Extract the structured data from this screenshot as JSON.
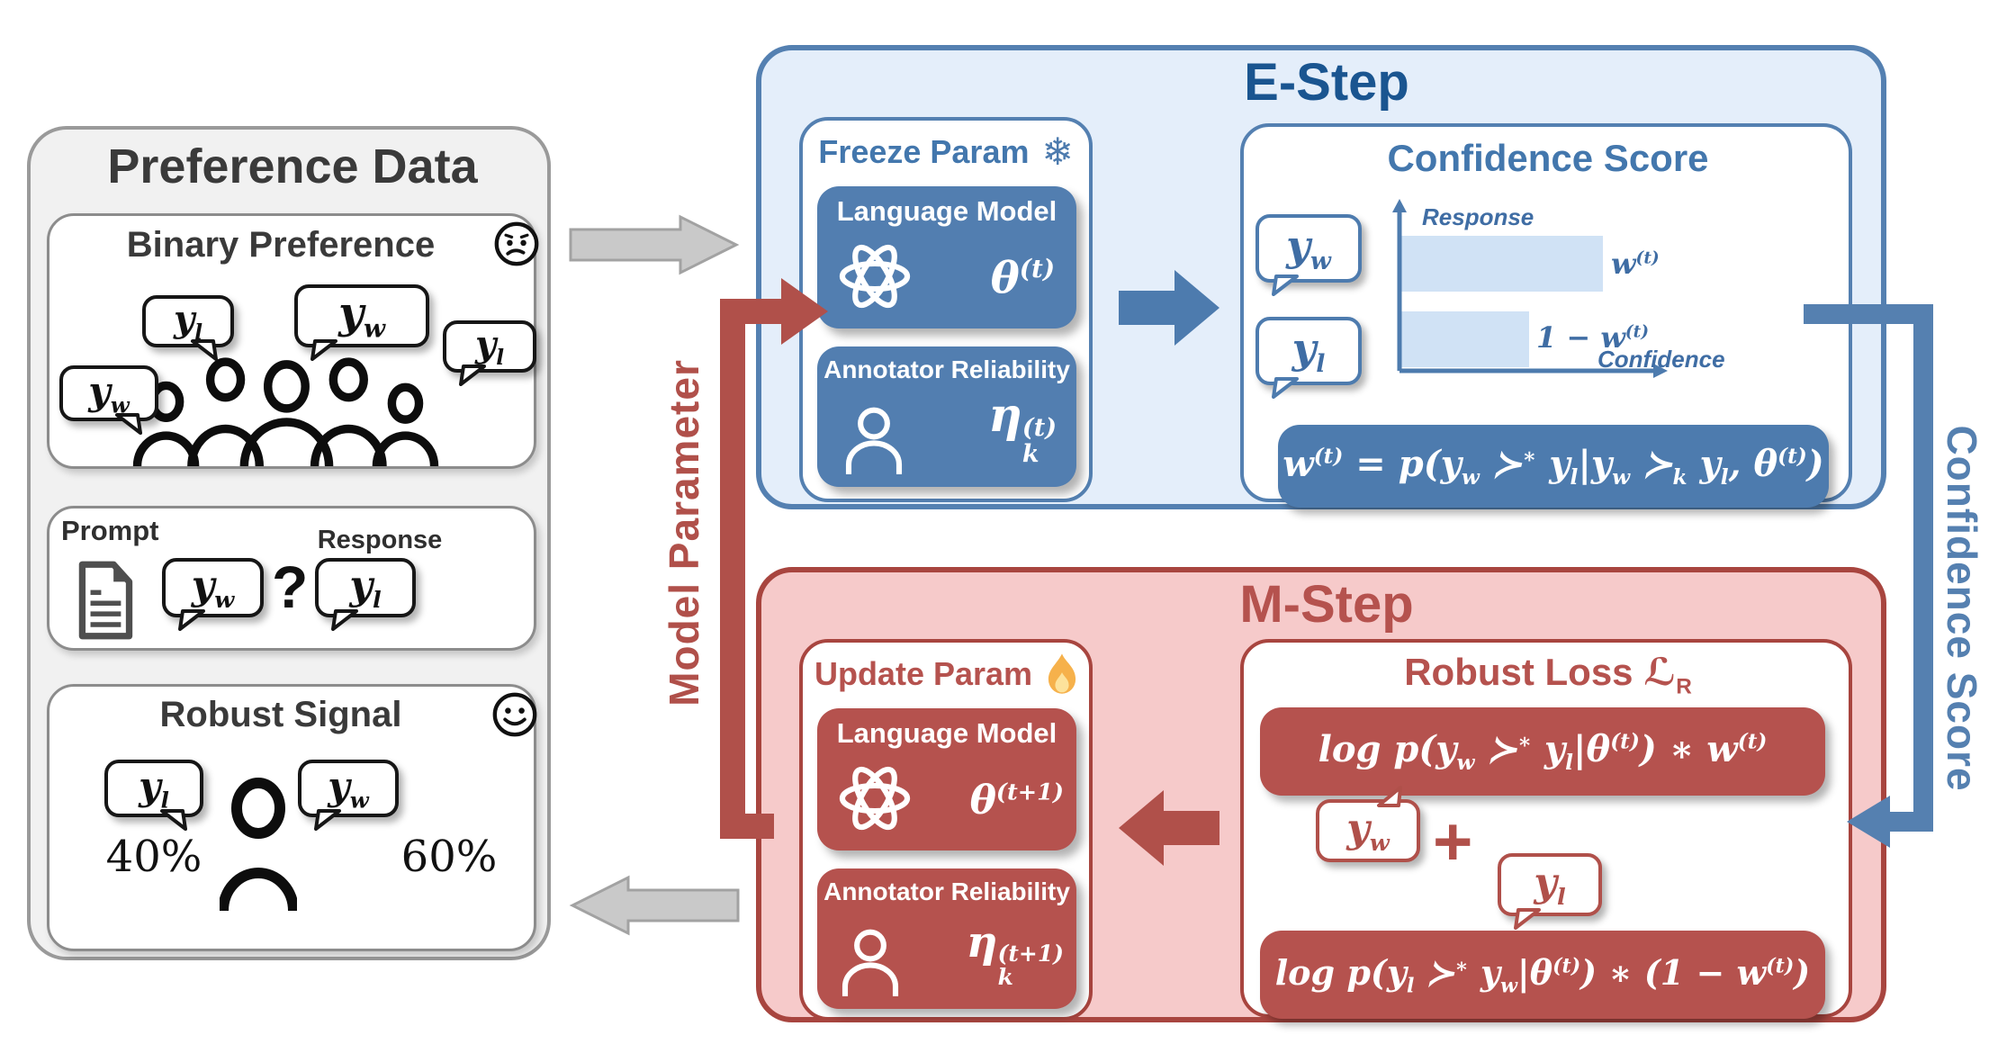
{
  "palette": {
    "blue": "#4d7bae",
    "blue_dark": "#1a5590",
    "blue_border": "#5480b1",
    "blue_bg": "#e4eefa",
    "blue_bar": "#d0e2f5",
    "blue_text": "#4377ad",
    "red": "#b5524e",
    "red_dark": "#a8453f",
    "red_bg": "#f6caca",
    "gray_bg": "#f1f1f1",
    "gray_border": "#9a9a9a",
    "arrow_gray": "#c9c9c9",
    "text_dark": "#3a3a3a",
    "flame_orange": "#f6b14b",
    "flame_yellow": "#fde29b"
  },
  "preference_data": {
    "title": "Preference Data",
    "binary_preference": {
      "title": "Binary Preference",
      "mood_icon": "confused-face",
      "bubbles": {
        "b1": "y<sub>l</sub>",
        "b2": "y<sub>w</sub>",
        "b3": "y<sub>l</sub>",
        "b4": "y<sub>w</sub>"
      }
    },
    "prompt_response": {
      "prompt_label": "Prompt",
      "response_label": "Response",
      "doc_icon": "document-icon",
      "left_bubble": "y<sub>w</sub>",
      "question_mark": "?",
      "right_bubble": "y<sub>l</sub>"
    },
    "robust_signal": {
      "title": "Robust Signal",
      "mood_icon": "smiley-face",
      "left_bubble": "y<sub>l</sub>",
      "left_pct": "40%",
      "right_bubble": "y<sub>w</sub>",
      "right_pct": "60%"
    }
  },
  "e_step": {
    "title": "E-Step",
    "freeze_param": {
      "title": "Freeze Param",
      "icon": "snowflake-icon",
      "snowflake_glyph": "❄",
      "language_model": {
        "label": "Language Model",
        "param_html": "θ<sup>(t)</sup>"
      },
      "annotator_reliability": {
        "label": "Annotator Reliability",
        "param": {
          "base": "η",
          "sup": "(t)",
          "sub": "k"
        }
      }
    },
    "confidence_score": {
      "title": "Confidence Score",
      "top_bubble": "y<sub>w</sub>",
      "bottom_bubble": "y<sub>l</sub>",
      "chart": {
        "type": "bar",
        "orientation": "horizontal",
        "y_axis_label": "Response",
        "x_axis_label": "Confidence",
        "categories_html": [
          "y<sub>w</sub>",
          "y<sub>l</sub>"
        ],
        "values": [
          0.76,
          0.48
        ],
        "bar_labels_html": [
          "w<sup>(t)</sup>",
          "1 − w<sup>(t)</sup>"
        ]
      },
      "formula_html": "w<sup>(t)</sup> = p(y<sub>w</sub> ≻<sup>∗</sup> y<sub>l</sub>|y<sub>w</sub> ≻<sub>k</sub> y<sub>l</sub>, θ<sup>(t)</sup>)"
    }
  },
  "m_step": {
    "title": "M-Step",
    "update_param": {
      "title": "Update Param",
      "icon": "flame-icon",
      "language_model": {
        "label": "Language Model",
        "param_html": "θ<sup>(t+1)</sup>"
      },
      "annotator_reliability": {
        "label": "Annotator Reliability",
        "param": {
          "base": "η",
          "sup": "(t+1)",
          "sub": "k"
        }
      }
    },
    "robust_loss": {
      "title_html": "Robust Loss ℒ<sub>R</sub>",
      "loss_win_html": "log p(y<sub>w</sub> ≻<sup>∗</sup> y<sub>l</sub>|θ<sup>(t)</sup>) ∗ w<sup>(t)</sup>",
      "win_bubble": "y<sub>w</sub>",
      "plus": "+",
      "lose_bubble": "y<sub>l</sub>",
      "loss_lose_html": "log p(y<sub>l</sub> ≻<sup>∗</sup> y<sub>w</sub>|θ<sup>(t)</sup>) ∗ (1 − w<sup>(t)</sup>)"
    }
  },
  "connectors": {
    "model_parameter_label": "Model Parameter",
    "confidence_score_label": "Confidence Score"
  }
}
